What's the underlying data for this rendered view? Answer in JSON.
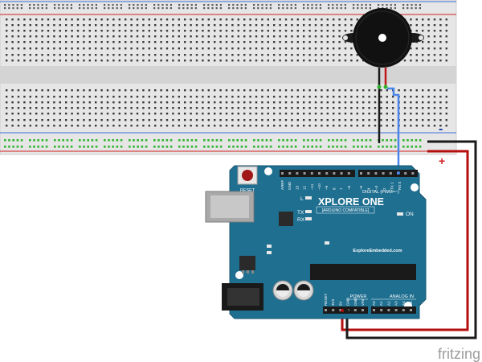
{
  "board": {
    "name": "XPLORE ONE",
    "subtitle": "[ARDUINO COMPATIBLE]",
    "website": "ExploreEmbedded.com",
    "reset_label": "RESET",
    "led_l": "L",
    "led_tx": "TX",
    "led_rx": "RX",
    "led_on": "ON",
    "digital_label": "DIGITAL (PWM=~)",
    "power_label": "POWER",
    "analog_label": "ANALOG IN",
    "digital_pins": [
      "AREF",
      "GND",
      "13",
      "12",
      "~11",
      "~10",
      "~9",
      "8",
      "7",
      "~6",
      "~5",
      "4",
      "~3",
      "2",
      "TX 1",
      "RX 0"
    ],
    "power_pins": [
      "RESET",
      "3V3",
      "5V",
      "GND",
      "GND",
      "VIN"
    ],
    "analog_pins": [
      "A0",
      "A1",
      "A2",
      "A3",
      "A4",
      "A5"
    ]
  },
  "breadboard": {
    "rail_minus": "-",
    "rail_plus": "+"
  },
  "watermark": "fritzing",
  "colors": {
    "board": "#1f6f91",
    "breadboard": "#e6e6e6",
    "wire_red": "#b50e0e",
    "wire_black": "#1a1a1a",
    "wire_blue": "#4a86e8",
    "buzzer": "#111111",
    "plus_color": "#d22020",
    "minus_color": "#1c3ca8"
  }
}
